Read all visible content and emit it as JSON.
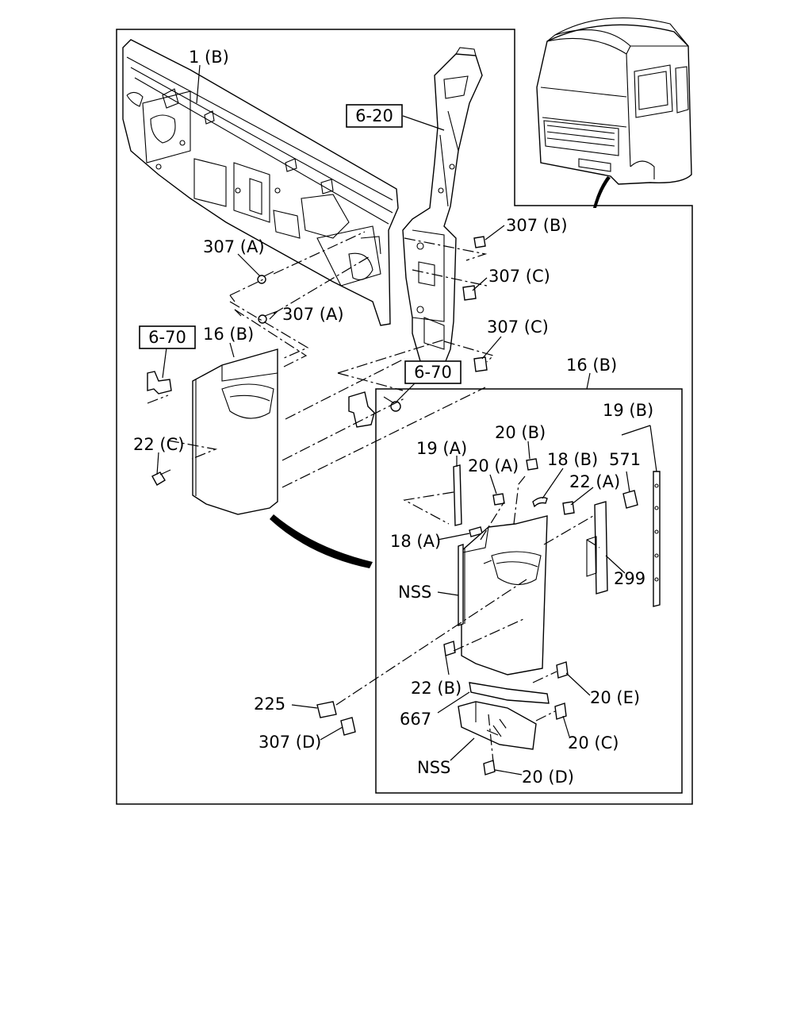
{
  "labels": {
    "p1b": "1 (B)",
    "ref620": "6-20",
    "ref670a": "6-70",
    "ref670b": "6-70",
    "p16b_left": "16 (B)",
    "p16b_right": "16 (B)",
    "p307a_top": "307 (A)",
    "p307a_bot": "307 (A)",
    "p307b": "307 (B)",
    "p307c_top": "307 (C)",
    "p307c_bot": "307 (C)",
    "p307d": "307 (D)",
    "p22c": "22 (C)",
    "p22a": "22 (A)",
    "p22b": "22 (B)",
    "p19a": "19 (A)",
    "p19b": "19 (B)",
    "p20a": "20 (A)",
    "p20b": "20 (B)",
    "p20c": "20 (C)",
    "p20d": "20 (D)",
    "p20e": "20 (E)",
    "p18a": "18 (A)",
    "p18b": "18 (B)",
    "p571": "571",
    "p299": "299",
    "nss1": "NSS",
    "nss2": "NSS",
    "p225": "225",
    "p667": "667"
  }
}
